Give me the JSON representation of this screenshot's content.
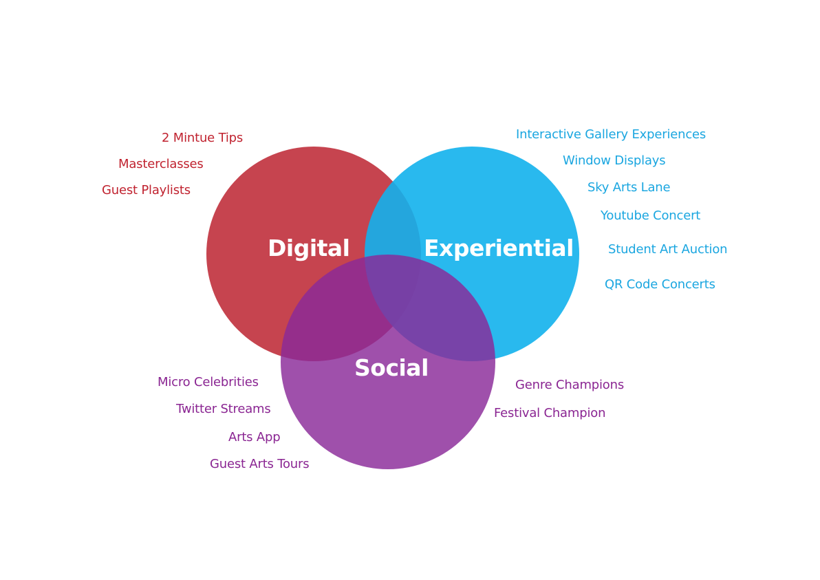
{
  "colors": {
    "digital": "#c43c48",
    "experiential": "#28b8ee",
    "social": "#9a3aa0",
    "digital_text": "#c0222f",
    "experiential_text": "#1aa6e0",
    "social_text": "#8a2592"
  },
  "circles": {
    "digital": "Digital",
    "experiential": "Experiential",
    "social": "Social"
  },
  "digital_items": [
    "2 Mintue Tips",
    "Masterclasses",
    "Guest Playlists"
  ],
  "experiential_items": [
    "Interactive Gallery Experiences",
    "Window Displays",
    "Sky Arts Lane",
    "Youtube Concert",
    "Student Art Auction",
    "QR Code Concerts"
  ],
  "social_items": [
    "Micro Celebrities",
    "Twitter Streams",
    "Arts App",
    "Guest Arts Tours",
    "Genre Champions",
    "Festival Champion"
  ]
}
